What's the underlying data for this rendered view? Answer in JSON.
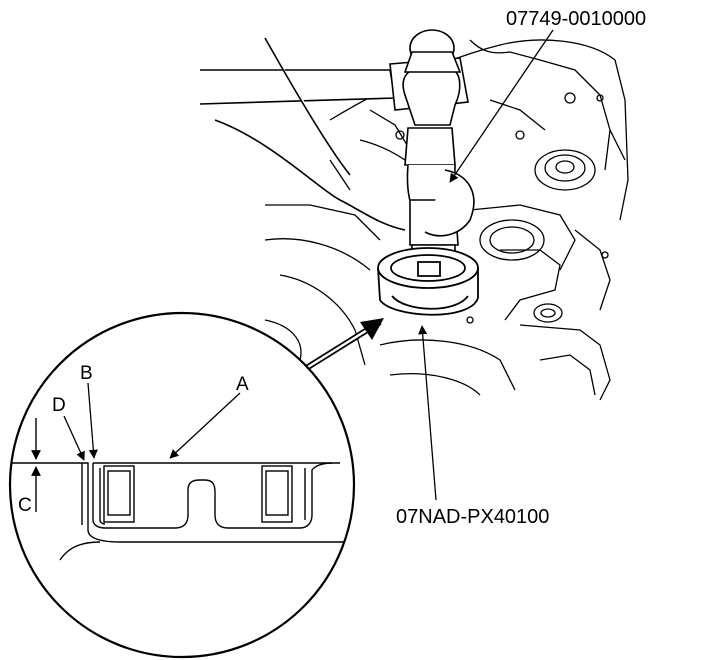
{
  "labels": {
    "tool_top": "07749-0010000",
    "tool_bottom": "07NAD-PX40100",
    "A": "A",
    "B": "B",
    "C": "C",
    "D": "D"
  },
  "colors": {
    "line": "#000000",
    "background": "#ffffff"
  }
}
